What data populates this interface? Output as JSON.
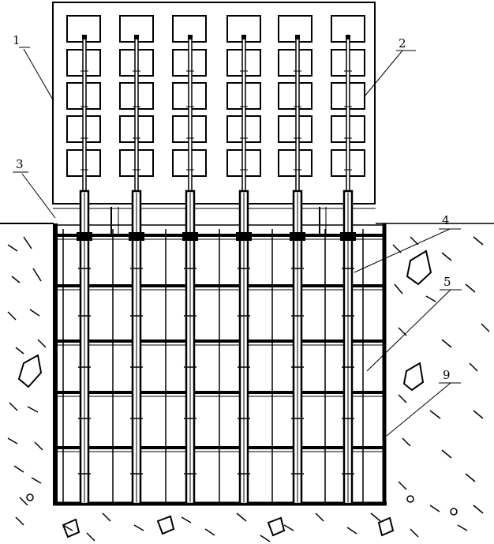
{
  "figure": {
    "callouts": [
      {
        "id": "1",
        "label": "1"
      },
      {
        "id": "2",
        "label": "2"
      },
      {
        "id": "3",
        "label": "3"
      },
      {
        "id": "4",
        "label": "4"
      },
      {
        "id": "5",
        "label": "5"
      },
      {
        "id": "9",
        "label": "9"
      }
    ],
    "window_grid": {
      "columns": 6,
      "rows": 5
    },
    "colors": {
      "ink": "#000000",
      "paper": "#ffffff",
      "column_fill": "#ffffff"
    }
  }
}
